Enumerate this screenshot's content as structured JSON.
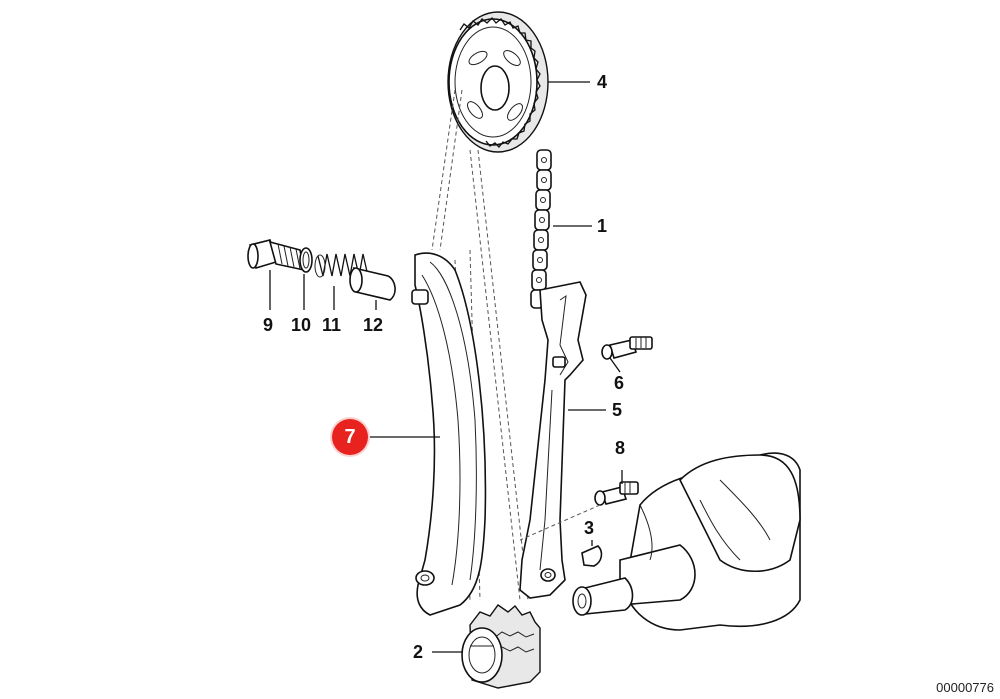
{
  "diagram": {
    "callouts": [
      {
        "id": "p1",
        "text": "1"
      },
      {
        "id": "p2",
        "text": "2"
      },
      {
        "id": "p3",
        "text": "3"
      },
      {
        "id": "p4",
        "text": "4"
      },
      {
        "id": "p5",
        "text": "5"
      },
      {
        "id": "p6",
        "text": "6"
      },
      {
        "id": "p7",
        "text": "7"
      },
      {
        "id": "p8",
        "text": "8"
      },
      {
        "id": "p9",
        "text": "9"
      },
      {
        "id": "p10",
        "text": "10"
      },
      {
        "id": "p11",
        "text": "11"
      },
      {
        "id": "p12",
        "text": "12"
      }
    ],
    "highlighted_callout": "7",
    "highlight_color": "#e8231f",
    "reference_number": "00000776"
  }
}
